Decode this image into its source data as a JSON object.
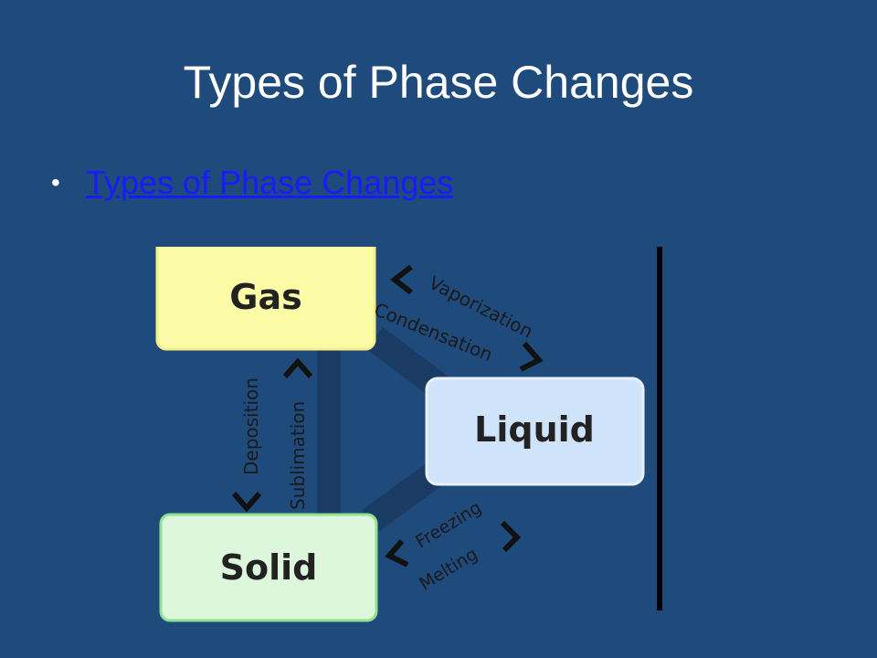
{
  "slide": {
    "title": "Types of Phase Changes",
    "bullet_link_text": "Types of Phase Changes"
  },
  "diagram": {
    "nodes": {
      "gas": "Gas",
      "liquid": "Liquid",
      "solid": "Solid"
    },
    "transitions": {
      "vaporization": "Vaporization",
      "condensation": "Condensation",
      "deposition": "Deposition",
      "sublimation": "Sublimation",
      "freezing": "Freezing",
      "melting": "Melting"
    }
  },
  "colors": {
    "background": "#1f4a7c",
    "gas_box": "#fdfca6",
    "liquid_box": "#cfe3fb",
    "solid_box": "#dcf7dc",
    "link": "#1a1aff"
  }
}
